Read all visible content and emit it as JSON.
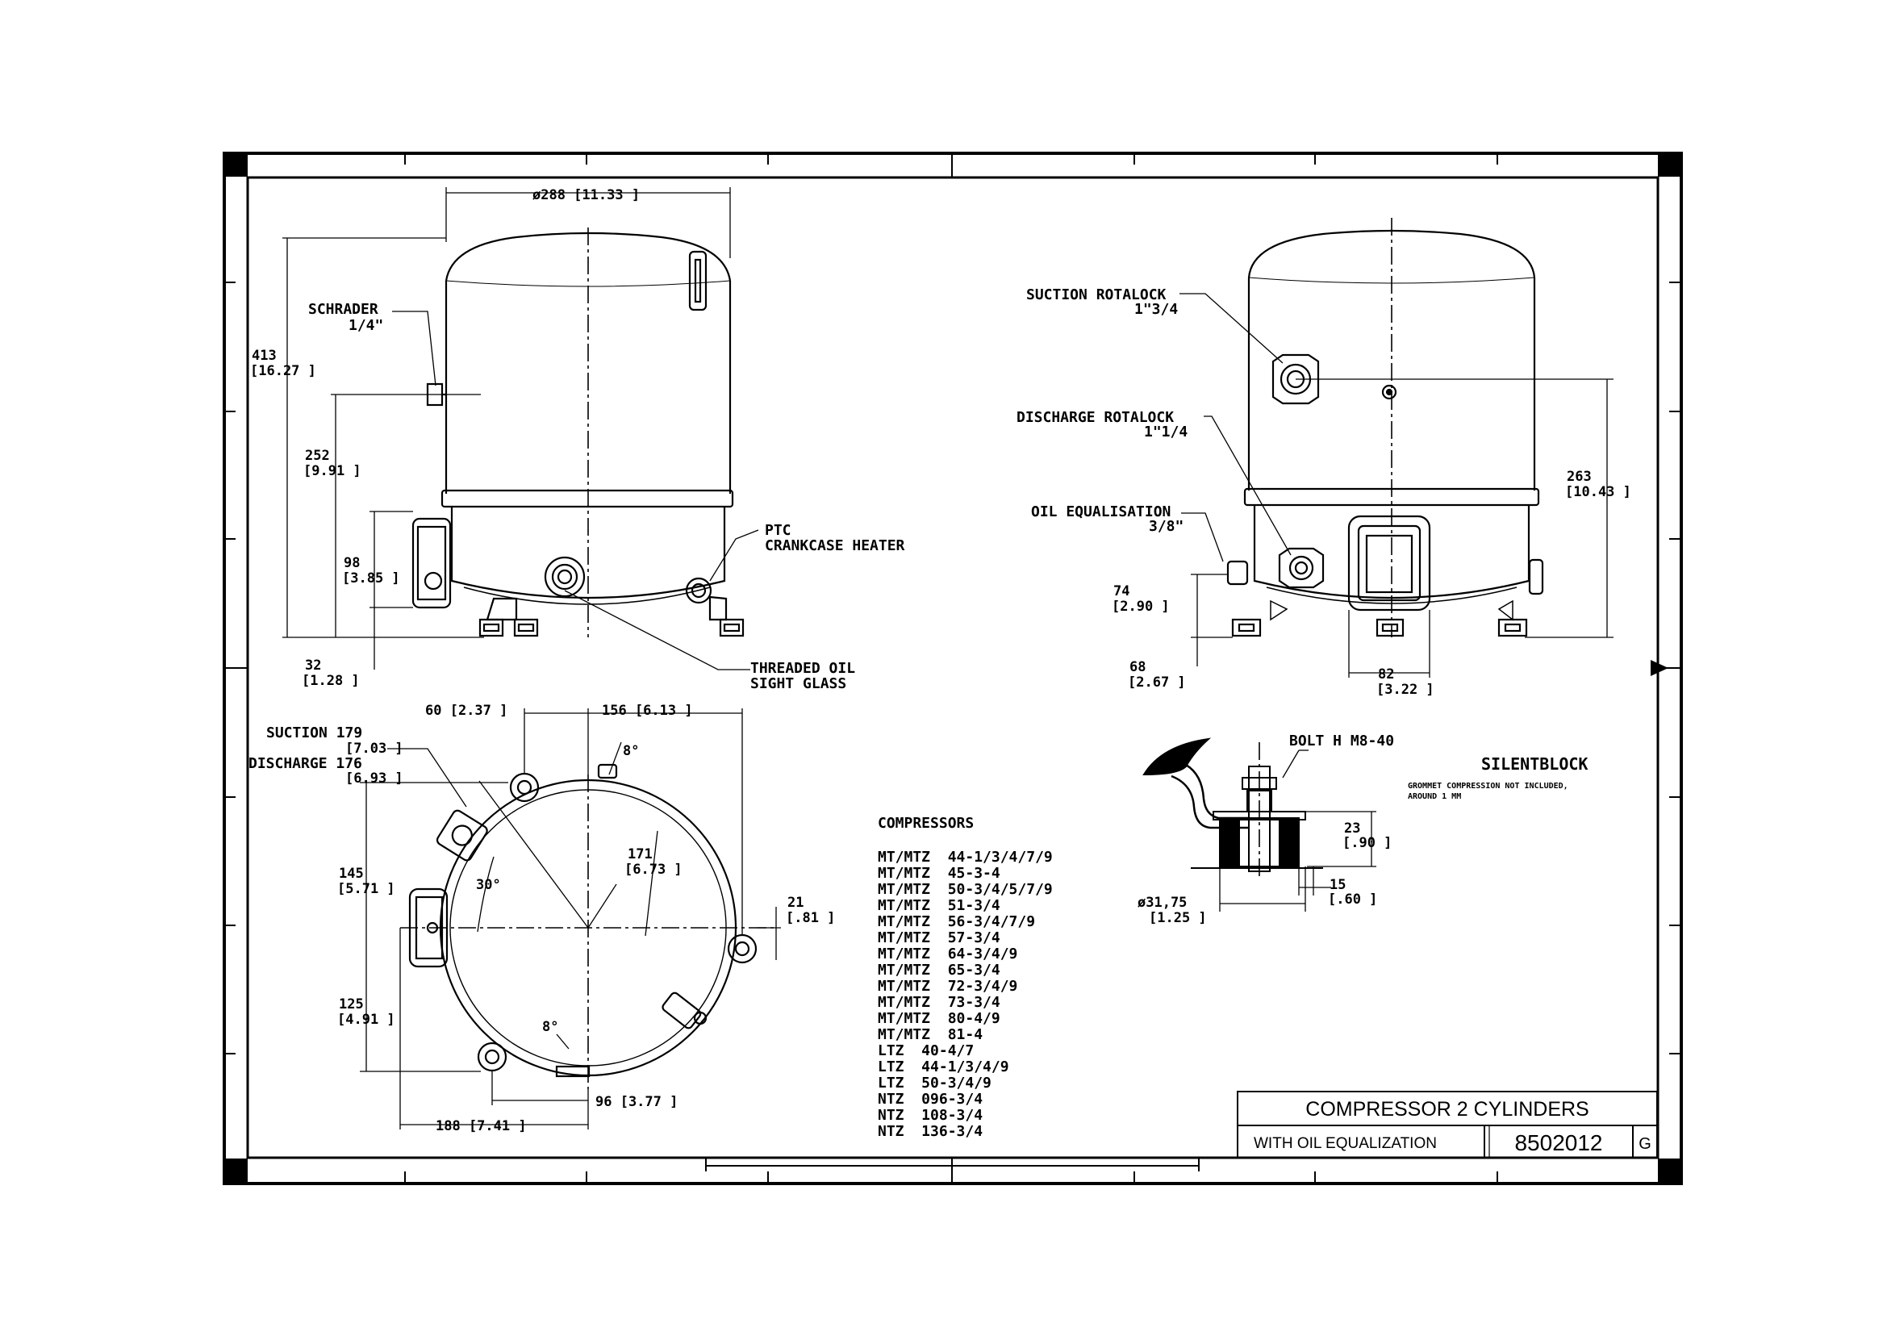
{
  "drawing": {
    "title": "COMPRESSOR 2 CYLINDERS",
    "subtitle": "WITH OIL EQUALIZATION",
    "number": "8502012",
    "revision": "G"
  },
  "front_view": {
    "dim_diameter": "ø288 [11.33 ]",
    "dim_height": "413",
    "dim_height_in": "[16.27 ]",
    "dim_schrader": "252",
    "dim_schrader_in": "[9.91 ]",
    "dim_port": "98",
    "dim_port_in": "[3.85 ]",
    "dim_foot": "32",
    "dim_foot_in": "[1.28 ]",
    "schrader_label": "SCHRADER",
    "schrader_size": "1/4\"",
    "ptc_label_1": "PTC",
    "ptc_label_2": "CRANKCASE HEATER",
    "sight_label_1": "THREADED OIL",
    "sight_label_2": "SIGHT GLASS"
  },
  "side_view": {
    "suction_label": "SUCTION ROTALOCK",
    "suction_size": "1\"3/4",
    "discharge_label": "DISCHARGE ROTALOCK",
    "discharge_size": "1\"1/4",
    "oil_label": "OIL EQUALISATION",
    "oil_size": "3/8\"",
    "dim_suction": "263",
    "dim_suction_in": "[10.43 ]",
    "dim_oil": "74",
    "dim_oil_in": "[2.90 ]",
    "dim_foot": "68",
    "dim_foot_in": "[2.67 ]",
    "dim_box": "82",
    "dim_box_in": "[3.22 ]"
  },
  "top_view": {
    "dim_60": "60 [2.37 ]",
    "dim_156": "156 [6.13 ]",
    "suction_label": "SUCTION 179",
    "suction_in": "[7.03 ]",
    "discharge_label": "DISCHARGE 176",
    "discharge_in": "[6.93 ]",
    "angle_8a": "8°",
    "angle_30": "30°",
    "angle_8b": "8°",
    "dim_171": "171",
    "dim_171_in": "[6.73 ]",
    "dim_21": "21",
    "dim_21_in": "[.81 ]",
    "dim_145": "145",
    "dim_145_in": "[5.71 ]",
    "dim_125": "125",
    "dim_125_in": "[4.91 ]",
    "dim_188": "188 [7.41 ]",
    "dim_96": "96 [3.77 ]"
  },
  "silentblock": {
    "title": "SILENTBLOCK",
    "note_1": "GROMMET COMPRESSION NOT INCLUDED,",
    "note_2": "AROUND 1 MM",
    "bolt": "BOLT H M8-40",
    "dim_23": "23",
    "dim_23_in": "[.90 ]",
    "dim_15": "15",
    "dim_15_in": "[.60 ]",
    "dim_dia": "ø31,75",
    "dim_dia_in": "[1.25 ]"
  },
  "compressors": {
    "heading": "COMPRESSORS",
    "models": [
      "MT/MTZ  44-1/3/4/7/9",
      "MT/MTZ  45-3-4",
      "MT/MTZ  50-3/4/5/7/9",
      "MT/MTZ  51-3/4",
      "MT/MTZ  56-3/4/7/9",
      "MT/MTZ  57-3/4",
      "MT/MTZ  64-3/4/9",
      "MT/MTZ  65-3/4",
      "MT/MTZ  72-3/4/9",
      "MT/MTZ  73-3/4",
      "MT/MTZ  80-4/9",
      "MT/MTZ  81-4",
      "LTZ  40-4/7",
      "LTZ  44-1/3/4/9",
      "LTZ  50-3/4/9",
      "NTZ  096-3/4",
      "NTZ  108-3/4",
      "NTZ  136-3/4"
    ]
  }
}
